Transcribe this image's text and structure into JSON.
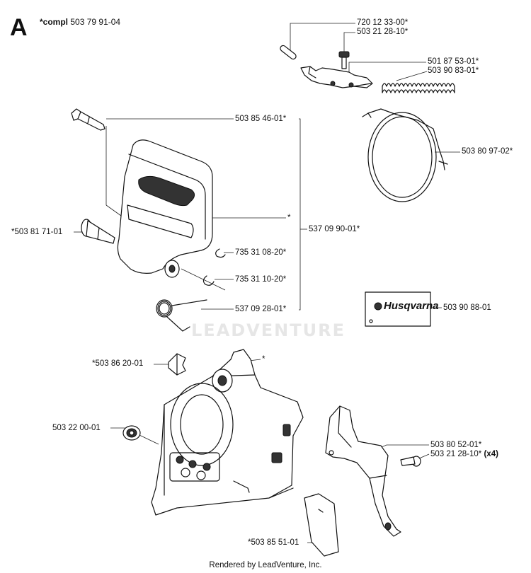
{
  "section": {
    "letter": "A",
    "compl_prefix": "*compl",
    "compl_number": "503 79 91-04"
  },
  "callouts": {
    "c1": "720 12 33-00*",
    "c2": "503 21 28-10*",
    "c3": "501 87 53-01*",
    "c4": "503 90 83-01*",
    "c5": "503 80 97-02*",
    "c6": "503 85 46-01*",
    "c7": "*",
    "c8": "537 09 90-01*",
    "c9": "*503 81 71-01",
    "c10": "735 31 08-20*",
    "c11": "735 31 10-20*",
    "c12": "537 09 28-01*",
    "c13": "503 90 88-01",
    "c14": "*503 86 20-01",
    "c15": "*",
    "c16": "503 22 00-01",
    "c17": "503 80 52-01*",
    "c18_num": "503 21 28-10*",
    "c18_qty": "(x4)",
    "c19": "*503 85 51-01"
  },
  "logo_label": "Husqvarna",
  "watermark": "LEADVENTURE",
  "footer": "Rendered by LeadVenture, Inc."
}
